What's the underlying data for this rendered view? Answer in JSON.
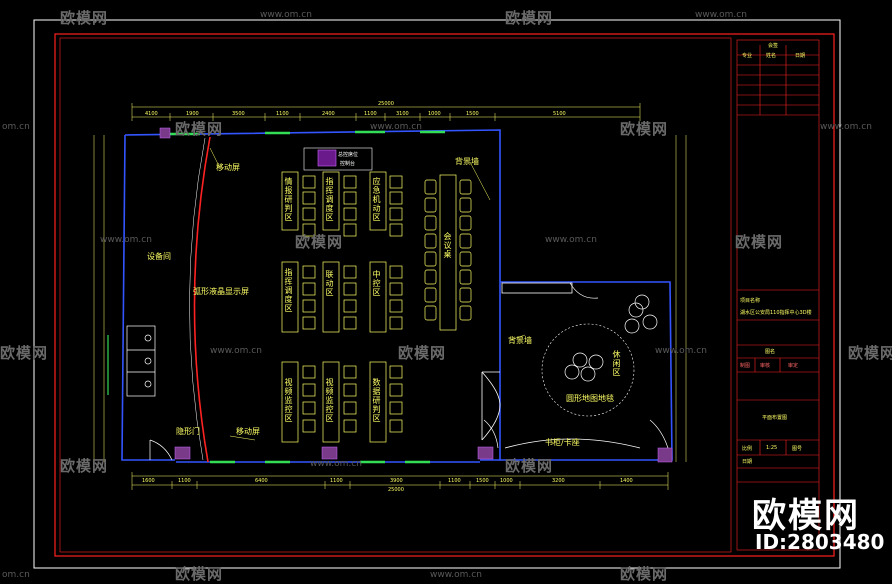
{
  "watermark": {
    "brand": "欧模网",
    "url": "www.om.cn",
    "url_short": "om.cn"
  },
  "branding": {
    "name": "欧模网",
    "id_text": "ID:2803480"
  },
  "title_block": {
    "header": "会签",
    "sign_cols": [
      "专业",
      "姓名",
      "日期"
    ],
    "project_label": "项目名称",
    "project_name": "湖水区公安局110指挥中心3D楼",
    "stamp_label": "图名",
    "row_cols": [
      "制图",
      "审核",
      "审定"
    ],
    "drawing_name": "平面布置图",
    "scale_row": [
      "比例",
      "1:25",
      "图号"
    ],
    "date_row": "日期"
  },
  "dimensions": {
    "top_total": "25000",
    "bottom_total": "25000",
    "top_segments": [
      "4100",
      "1900",
      "3500",
      "1100",
      "2400",
      "1100",
      "3100",
      "1000",
      "1500"
    ],
    "top_right": "5100",
    "bottom_segments": [
      "1600",
      "1100",
      "6400",
      "1100",
      "3900",
      "1100",
      "1500",
      "1000",
      "3200",
      "1400"
    ]
  },
  "zones": {
    "info_research": "情报研判区",
    "command_dispatch_1": "指挥调度区",
    "emergency_mobile": "应急机动区",
    "command_dispatch_2": "指挥调度区",
    "linkage": "联动区",
    "central_control": "中控区",
    "video_monitor": "视频监控区",
    "video_monitor_2": "视频监控区",
    "data_research": "数据研判区",
    "meeting": "会议桌",
    "rest": "休闲区"
  },
  "labels": {
    "mobile_screen_top": "移动屏",
    "mobile_screen_bottom": "移动屏",
    "equipment_room": "设备间",
    "curved_screen": "弧形液晶显示屏",
    "hidden_door": "隐形门",
    "backdrop_top": "背景墙",
    "backdrop_mid": "背景墙",
    "bookshelf": "书柜/卡座",
    "round_map": "圆形地图地毯",
    "console_top": "总控席位",
    "console_bottom": "控制台"
  }
}
